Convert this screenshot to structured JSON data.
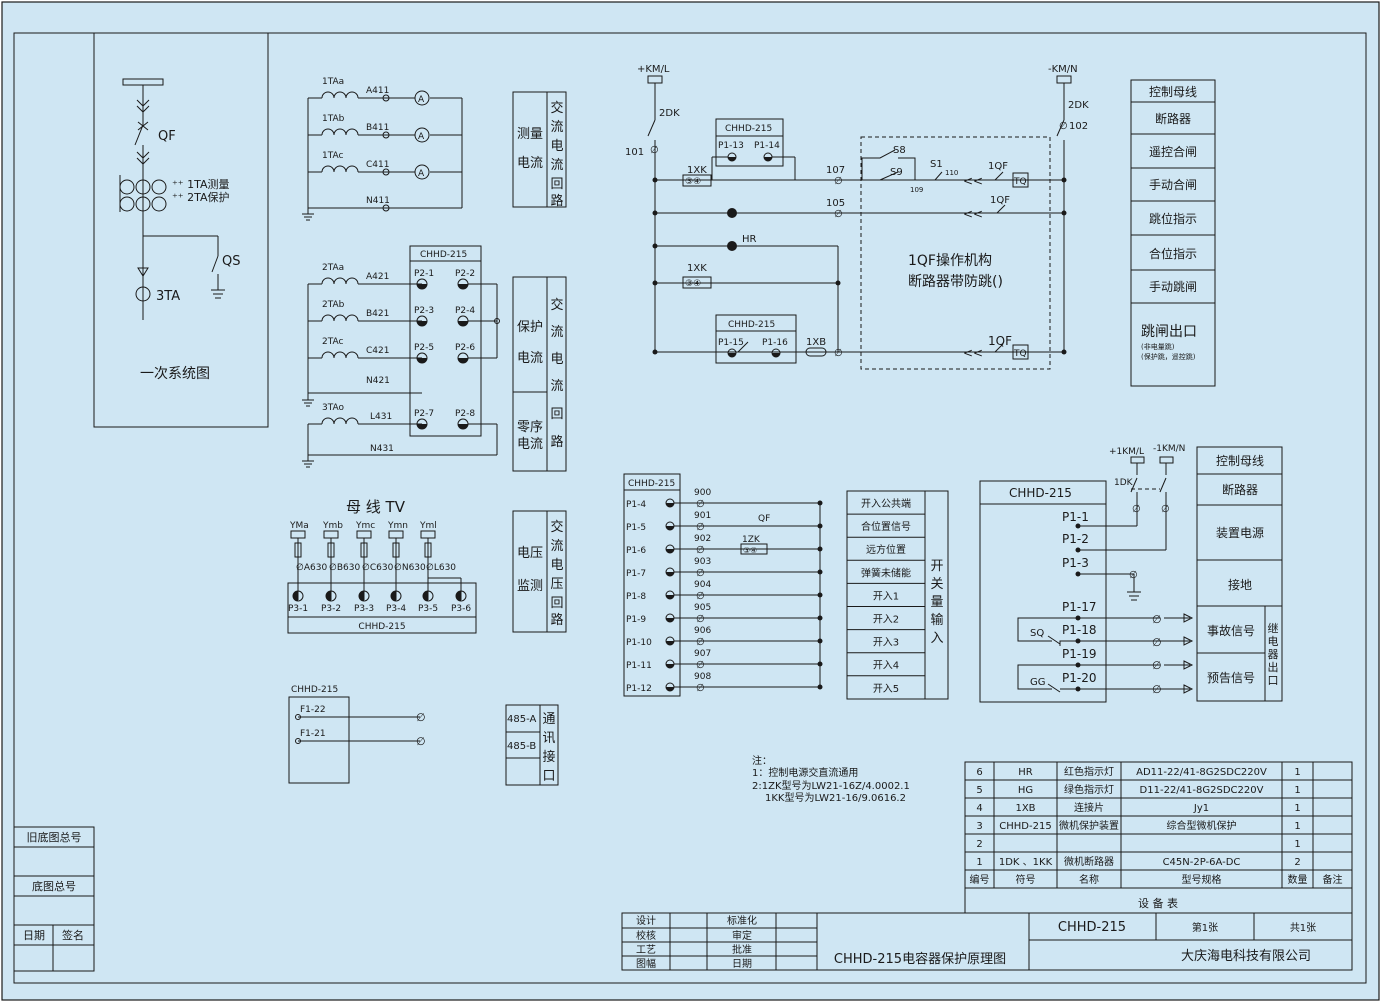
{
  "primary": {
    "qf": "QF",
    "ta1": "1TA测量",
    "ta2": "2TA保护",
    "qs": "QS",
    "ta3": "3TA",
    "title": "一次系统图"
  },
  "measure": {
    "ta": [
      "1TAa",
      "1TAb",
      "1TAc"
    ],
    "wires": [
      "A411",
      "B411",
      "C411",
      "N411"
    ],
    "meter": "A",
    "label_a": "测量",
    "label_b": "电流",
    "vlabel": "交流电流回路"
  },
  "protect": {
    "ta": [
      "2TAa",
      "2TAb",
      "2TAc",
      "3TAo"
    ],
    "wires": [
      "A421",
      "B421",
      "C421",
      "N421",
      "L431",
      "N431"
    ],
    "device": "CHHD-215",
    "terms": [
      "P2-1",
      "P2-2",
      "P2-3",
      "P2-4",
      "P2-5",
      "P2-6",
      "P2-7",
      "P2-8"
    ],
    "label_a": "保护",
    "label_b": "电流",
    "label_c": "零序",
    "label_d": "电流",
    "vlabel": "交流电流回路"
  },
  "bus_tv": {
    "title": "母 线 TV",
    "taps": [
      "YMa",
      "Ymb",
      "Ymc",
      "Ymn",
      "Yml"
    ],
    "wires": [
      "A630",
      "B630",
      "C630",
      "N630",
      "L630"
    ],
    "terms": [
      "P3-1",
      "P3-2",
      "P3-3",
      "P3-4",
      "P3-5",
      "P3-6"
    ],
    "device": "CHHD-215",
    "label_a": "电压",
    "label_b": "监测",
    "vlabel": "交流电压回路"
  },
  "comm": {
    "device": "CHHD-215",
    "terms": [
      "F1-22",
      "F1-21"
    ],
    "ports": [
      "485-A",
      "485-B"
    ],
    "vlabel": "通讯接口"
  },
  "control": {
    "pos": "+KM/L",
    "neg": "-KM/N",
    "fuse": "2DK",
    "w101": "101",
    "w102": "102",
    "dev": "CHHD-215",
    "t1": "P1-13",
    "t2": "P1-14",
    "t3": "P1-15",
    "t4": "P1-16",
    "xk": "1XK",
    "xk_sym": "③④",
    "w107": "107",
    "w105": "105",
    "s8": "S8",
    "s9": "S9",
    "s1": "S1",
    "w109": "109",
    "w110": "110",
    "qf": "1QF",
    "coil": "TQ",
    "hr": "HR",
    "xb": "1XB",
    "mech1": "1QF操作机构",
    "mech2": "断路器带防跳()"
  },
  "func_table": [
    "控制母线",
    "断路器",
    "遥控合闸",
    "手动合闸",
    "跳位指示",
    "合位指示",
    "手动跳闸",
    "跳闸出口"
  ],
  "func_note": [
    "(非电量跳)",
    "(保护跳，遥控跳)"
  ],
  "di": {
    "device": "CHHD-215",
    "terms": [
      "P1-4",
      "P1-5",
      "P1-6",
      "P1-7",
      "P1-8",
      "P1-9",
      "P1-10",
      "P1-11",
      "P1-12"
    ],
    "wires": [
      "900",
      "901",
      "902",
      "903",
      "904",
      "905",
      "906",
      "907",
      "908"
    ],
    "qf": "QF",
    "zk": "1ZK",
    "zk_sym": "③④",
    "labels": [
      "开入公共端",
      "合位置信号",
      "远方位置",
      "弹簧未储能",
      "开入1",
      "开入2",
      "开入3",
      "开入4",
      "开入5"
    ],
    "vlabel": "开关量输入"
  },
  "power": {
    "device": "CHHD-215",
    "pos": "+1KM/L",
    "neg": "-1KM/N",
    "dk": "1DK",
    "terms": [
      "P1-1",
      "P1-2",
      "P1-3",
      "P1-17",
      "P1-18",
      "P1-19",
      "P1-20"
    ],
    "sq": "SQ",
    "gg": "GG",
    "table": [
      "控制母线",
      "断路器",
      "装置电源",
      "接地",
      "事故信号",
      "预告信号"
    ],
    "relay_label": "继电器出口"
  },
  "notes": {
    "head": "注：",
    "lines": [
      "1：控制电源交直流通用",
      "2:1ZK型号为LW21-16Z/4.0002.1",
      "1KK型号为LW21-16/9.0616.2"
    ]
  },
  "bom": {
    "rows": [
      [
        "6",
        "HR",
        "红色指示灯",
        "AD11-22/41-8G2SDC220V",
        "1",
        ""
      ],
      [
        "5",
        "HG",
        "绿色指示灯",
        "D11-22/41-8G2SDC220V",
        "1",
        ""
      ],
      [
        "4",
        "1XB",
        "连接片",
        "Jy1",
        "1",
        ""
      ],
      [
        "3",
        "CHHD-215",
        "微机保护装置",
        "综合型微机保护",
        "1",
        ""
      ],
      [
        "2",
        "",
        "",
        "",
        "1",
        ""
      ],
      [
        "1",
        "1DK 、1KK",
        "微机断路器",
        "C45N-2P-6A-DC",
        "2",
        ""
      ]
    ],
    "header": [
      "编号",
      "符号",
      "名称",
      "型号规格",
      "数量",
      "备注"
    ],
    "title": "设 备 表"
  },
  "title_block": {
    "rows": [
      [
        "设计",
        "标准化"
      ],
      [
        "校核",
        "审定"
      ],
      [
        "工艺",
        "批准"
      ],
      [
        "图幅",
        "日期"
      ]
    ],
    "drawing_no": "CHHD-215",
    "sheet": "第1张",
    "total": "共1张",
    "name": "CHHD-215电容器保护原理图",
    "company": "大庆海电科技有限公司"
  },
  "left_margin": {
    "old": "旧底图总号",
    "base": "底图总号",
    "date": "日期",
    "sign": "签名"
  },
  "colors": {
    "background": "#cfe6f3",
    "line": "#1a1a1a",
    "page": "#ffffff"
  }
}
